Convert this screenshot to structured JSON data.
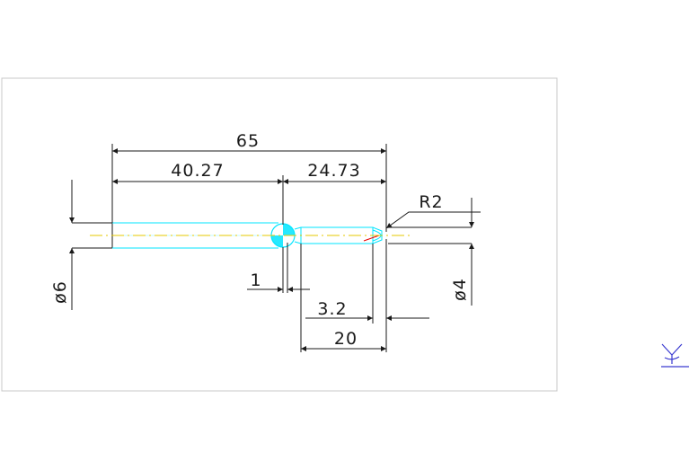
{
  "drawing": {
    "dimensions": {
      "overall_length": "65",
      "left_length": "40.27",
      "right_length": "24.73",
      "radius": "R2",
      "dia_left": "ø6",
      "dia_right": "ø4",
      "small_gap": "1",
      "step_length": "3.2",
      "tip_length": "20"
    },
    "colors": {
      "frame": "#c8c8c8",
      "part": "#00e5ff",
      "centerline": "#e6c800",
      "dimension": "#1a1a1a",
      "ucs_icon": "#3a3ad0"
    },
    "icons": {
      "ucs": "ucs-icon"
    }
  }
}
